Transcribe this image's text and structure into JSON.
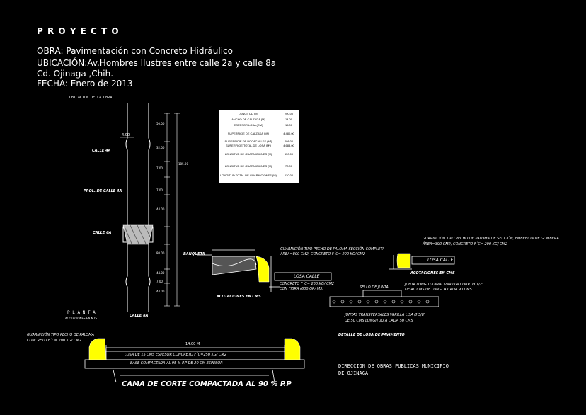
{
  "header": {
    "proyecto": "P R O Y E C T O",
    "obra": "OBRA: Pavimentación con  Concreto Hidráulico",
    "ubicacion": "UBICACIÓN:Av.Hombres Ilustres entre calle 2a y calle 8a",
    "ciudad": "Cd. Ojinaga ,Chih.",
    "fecha": "FECHA: Enero de 2013"
  },
  "plan": {
    "ubicacion_label": "UBICACION DE LA OBRA",
    "width_label": "4.00",
    "calle4a": "CALLE 4A",
    "prol_calle4a": "PROL. DE CALLE 4A",
    "calle6a": "CALLE 6A",
    "calle8a": "CALLE 8A",
    "planta": "P L A N T A",
    "acotaciones_mts": "ACOTACIONES EN MTS",
    "dims": [
      "50.00",
      "32.00",
      "7.00",
      "7.00",
      "44.00",
      "80.00",
      "44.00",
      "7.00",
      "44.00"
    ],
    "total": "185.00"
  },
  "table": {
    "rows": [
      {
        "label": "LONGITUD (M)",
        "value": "200.00"
      },
      {
        "label": "ANCHO DE CALZADA (M)",
        "value": "14.00"
      },
      {
        "label": "ESPESOR LOSA (CM)",
        "value": "15.00"
      },
      {
        "label": "SUPERFICIE DE CALZADA (M²)",
        "value": "4,480.00"
      },
      {
        "label": "SUPERFICIE DE BOCACALLES (M²)",
        "value": "208.00"
      },
      {
        "label": "SUPERFICIE TOTAL DE LOSA (M²)",
        "value": "4,688.00"
      },
      {
        "label": "LONGITUD DE GUARNICIONES (M)",
        "value": "550.00"
      },
      {
        "label": "LONGITUD DE GUARNICIONES (M)",
        "value": "70.00"
      },
      {
        "label": "LONGITUD TOTAL DE GUARNICIONES (M)",
        "value": "620.00"
      }
    ]
  },
  "details": {
    "banqueta": "BANQUETA",
    "guarnicion_note1": "GUARNICIÓN TIPO PECHO DE PALOMA SECCIÓN COMPLETA",
    "guarnicion_note2": "ÁREA=800 CM2, CONCRETO F´C= 200 KG/ CM2",
    "losa_calle": "LOSA CALLE",
    "concreto_note1": "CONCRETO F´C= 250 KG/ CM2",
    "concreto_note2": "CON FIBRA (600 GR/ M3)",
    "acotaciones_cms": "ACOTACIONES EN CMS",
    "right_note1": "GUARNICIÓN TIPO PECHO DE PALOMA DE SECCIÓN, EMBEBIDA DE GOMBERA",
    "right_note2": "ÁREA=390 CM2, CONCRETO F´C= 200 KG/ CM2",
    "losa_calle2": "LOSA CALLE",
    "acotaciones_cms2": "ACOTACIONES EN CMS",
    "junta_label": "JUNTA LONGITUDINAL VARILLA CORR. Ø 1/2\"",
    "junta_label2": "DE 40 CMS DE LONG. A CADA 90 CMS",
    "sello_label": "SELLO DE JUNTA",
    "juntas_transv": "JUNTAS TRANSVERSALES VARILLA LISA Ø 5/8\"",
    "juntas_transv2": "DE 50 CMS LONGITUD A CADA 50 CMS",
    "detalle_armado": "DETALLE DE LOSA DE PAVIMENTO"
  },
  "section": {
    "guarnicion_left1": "GUARNICIÓN TIPO PECHO DE PALOMA",
    "guarnicion_left2": "CONCRETO F´C= 200 KG/ CM2",
    "width": "14.00  M",
    "losa": "LOSA DE 15 CMS ESPESOR CONCRETO F´C=250 KG/ CM2",
    "base": "BASE COMPACTADA AL 95 % P.P DE 20 CM ESPESOR",
    "cama": "CAMA DE CORTE COMPACTADA AL 90 % P.P"
  },
  "footer": {
    "line1": "DIRECCION DE OBRAS PUBLICAS  MUNICIPIO",
    "line2": "DE OJINAGA"
  },
  "colors": {
    "background": "#000000",
    "text": "#ffffff",
    "curb": "#ffff00",
    "table_bg": "#ffffff"
  }
}
